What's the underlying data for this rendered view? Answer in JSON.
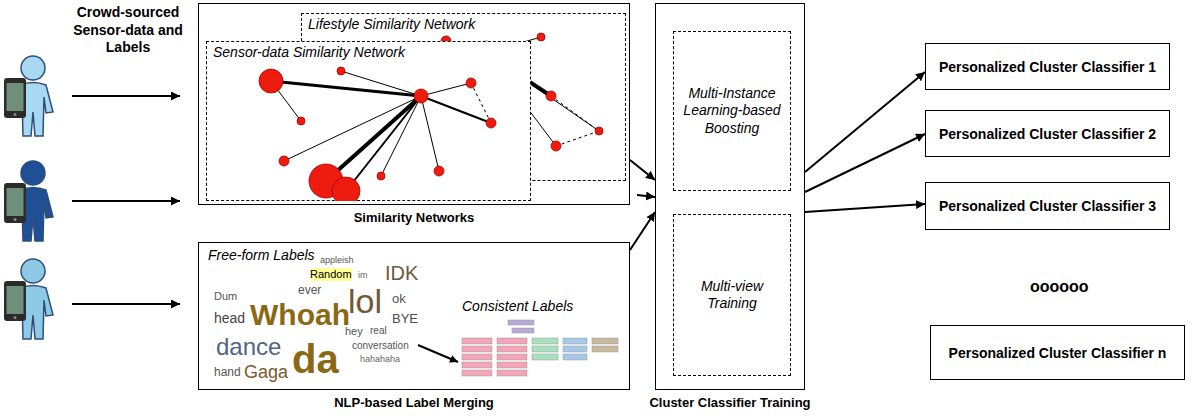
{
  "diagram": {
    "nodes": [
      {
        "text": [
          "Similarity Networks"
        ]
      },
      {
        "text": [
          "Lifestyle Similarity Network"
        ],
        "in": 0
      },
      {
        "text": [
          "Sensor-data Similarity Network"
        ],
        "in": 0
      },
      {
        "text": [
          "NLP-based Label Merging"
        ]
      },
      {
        "text": [
          "Cluster Classifier Training"
        ]
      },
      {
        "text": [
          "Multi-Instance Learning-based Boosting"
        ],
        "in": 4
      },
      {
        "text": [
          "Multi-view Training"
        ],
        "in": 4
      },
      {
        "text": [
          "Personalized Cluster Classifier 1"
        ]
      },
      {
        "text": [
          "Personalized Cluster Classifier 2"
        ]
      },
      {
        "text": [
          "Personalized Cluster Classifier 3"
        ]
      },
      {
        "text": [
          "Personalized Cluster Classifier n"
        ]
      }
    ],
    "edges": [
      {
        "from": 0,
        "to": 4,
        "arrow": "to"
      },
      {
        "from": 3,
        "to": 4,
        "arrow": "to"
      },
      {
        "from": 4,
        "to": 7,
        "arrow": "to"
      },
      {
        "from": 4,
        "to": 8,
        "arrow": "to"
      },
      {
        "from": 4,
        "to": 9,
        "arrow": "to"
      }
    ],
    "labels": [
      "Crowd-sourced Sensor-data and Labels",
      "Free-form Labels",
      "Random",
      "appleish",
      "im",
      "IDK",
      "ever",
      "lol",
      "ok",
      "BYE",
      "Dum",
      "head",
      "Whoah",
      "hey",
      "real",
      "conversation",
      "hahahaha",
      "dance",
      "da",
      "hand",
      "Gaga",
      "Consistent Labels",
      "oooooo"
    ]
  }
}
